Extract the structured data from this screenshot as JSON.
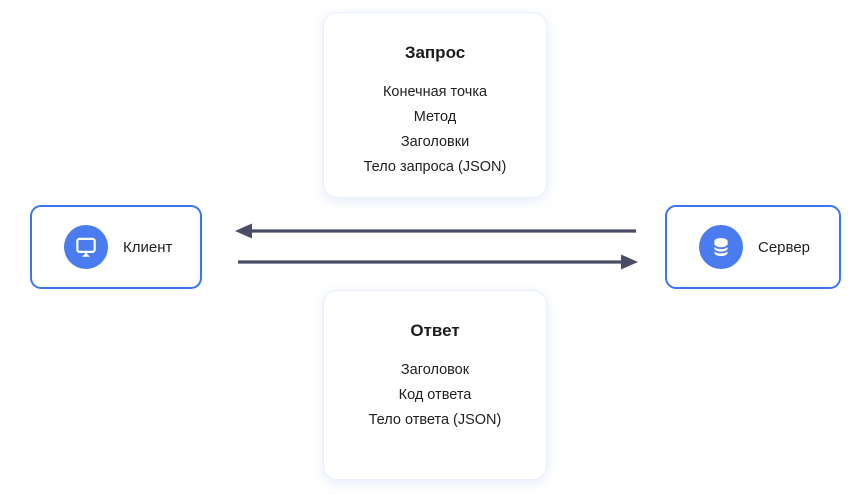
{
  "diagram": {
    "request_box": {
      "title": "Запрос",
      "items": [
        "Конечная точка",
        "Метод",
        "Заголовки",
        "Тело запроса (JSON)"
      ]
    },
    "response_box": {
      "title": "Ответ",
      "items": [
        "Заголовок",
        "Код ответа",
        "Тело ответа (JSON)"
      ]
    },
    "client": {
      "label": "Клиент",
      "icon": "monitor-icon"
    },
    "server": {
      "label": "Сервер",
      "icon": "database-icon"
    },
    "arrows": [
      {
        "direction": "left"
      },
      {
        "direction": "right"
      }
    ]
  },
  "colors": {
    "accent_blue": "#3d76ec",
    "icon_circle_blue": "#4a7cf0",
    "arrow": "#4a4c66",
    "light_border": "#e9eefc",
    "text": "#1f1f1f",
    "background": "#ffffff"
  }
}
